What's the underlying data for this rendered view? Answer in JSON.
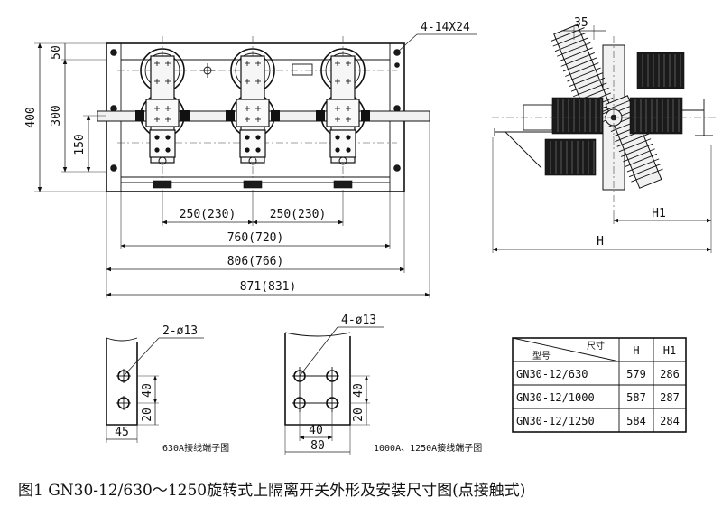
{
  "front_view": {
    "hole_note": "4-14X24",
    "dim_400": "400",
    "dim_300": "300",
    "dim_150": "150",
    "dim_50": "50",
    "dim_250_left": "250(230)",
    "dim_250_right": "250(230)",
    "dim_760": "760(720)",
    "dim_806": "806(766)",
    "dim_871": "871(831)"
  },
  "side_view": {
    "dim_35": "35",
    "dim_H1": "H1",
    "dim_H": "H"
  },
  "terminal_630": {
    "hole_note": "2-ø13",
    "dim_40": "40",
    "dim_20": "20",
    "dim_45": "45",
    "label": "630A接线端子图"
  },
  "terminal_1000": {
    "hole_note": "4-ø13",
    "dim_40_v": "40",
    "dim_20": "20",
    "dim_40_h": "40",
    "dim_80": "80",
    "label": "1000A、1250A接线端子图"
  },
  "size_table": {
    "header_model": "型号",
    "header_size": "尺寸",
    "header_H": "H",
    "header_H1": "H1",
    "rows": [
      {
        "model": "GN30-12/630",
        "H": "579",
        "H1": "286"
      },
      {
        "model": "GN30-12/1000",
        "H": "587",
        "H1": "287"
      },
      {
        "model": "GN30-12/1250",
        "H": "584",
        "H1": "284"
      }
    ]
  },
  "caption": "图1   GN30-12/630～1250旋转式上隔离开关外形及安装尺寸图(点接触式)"
}
